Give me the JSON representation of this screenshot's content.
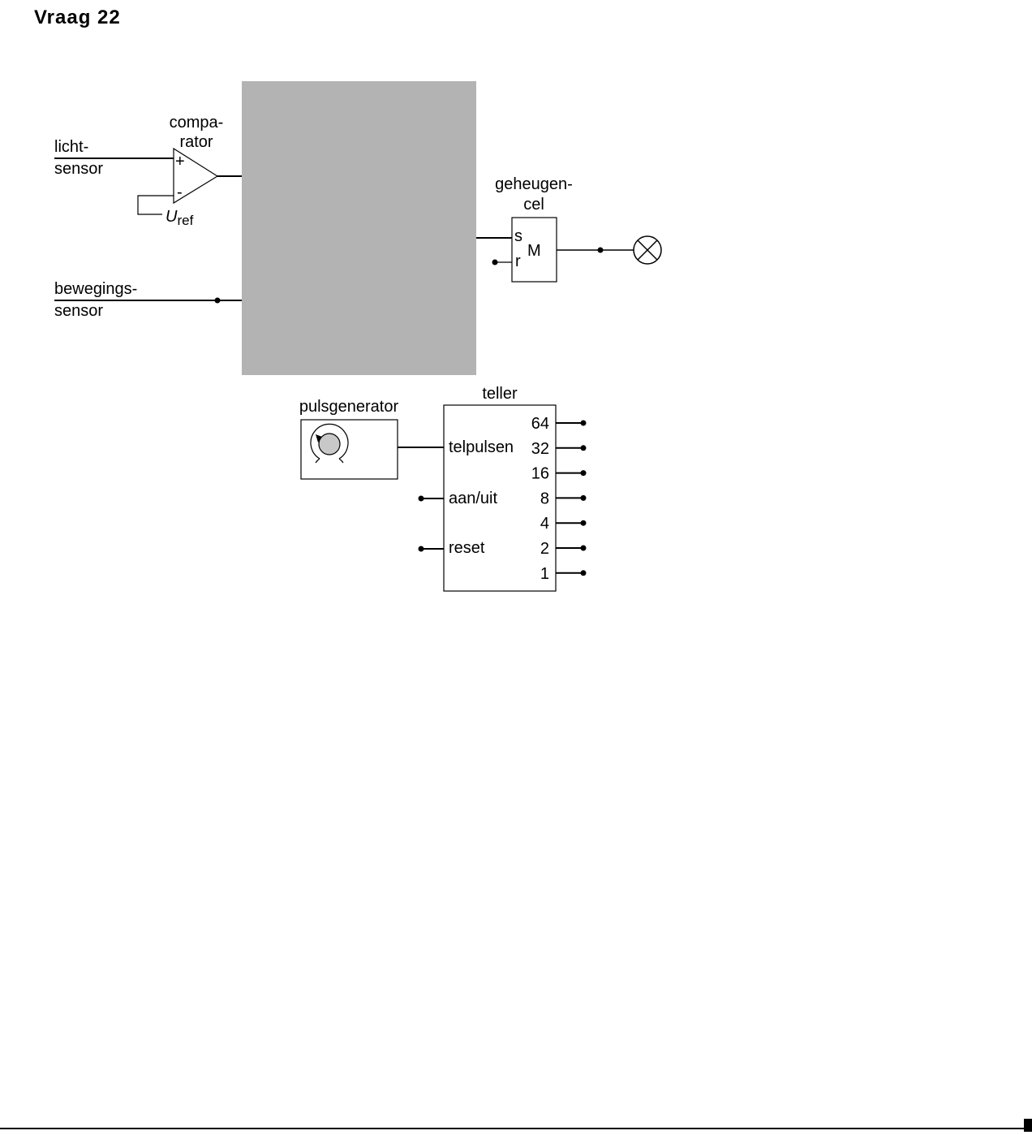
{
  "title": "Vraag 22",
  "labels": {
    "light_sensor": [
      "licht-",
      "sensor"
    ],
    "comparator": [
      "compa-",
      "rator"
    ],
    "plus": "+",
    "minus": "-",
    "uref_main": "U",
    "uref_sub": "ref",
    "motion_sensor": [
      "bewegings-",
      "sensor"
    ],
    "memory_cell": [
      "geheugen-",
      "cel"
    ],
    "memory_s": "s",
    "memory_r": "r",
    "memory_m": "M",
    "pulse_generator": "pulsgenerator",
    "counter": "teller",
    "counter_inputs": [
      "telpulsen",
      "aan/uit",
      "reset"
    ],
    "counter_outputs": [
      "64",
      "32",
      "16",
      "8",
      "4",
      "2",
      "1"
    ]
  },
  "colors": {
    "hidden_area": "#b3b3b3",
    "knob": "#c8c8c8",
    "ink": "#000000"
  },
  "icons": {
    "lamp": "lamp-icon",
    "knob": "dial-knob-icon"
  }
}
